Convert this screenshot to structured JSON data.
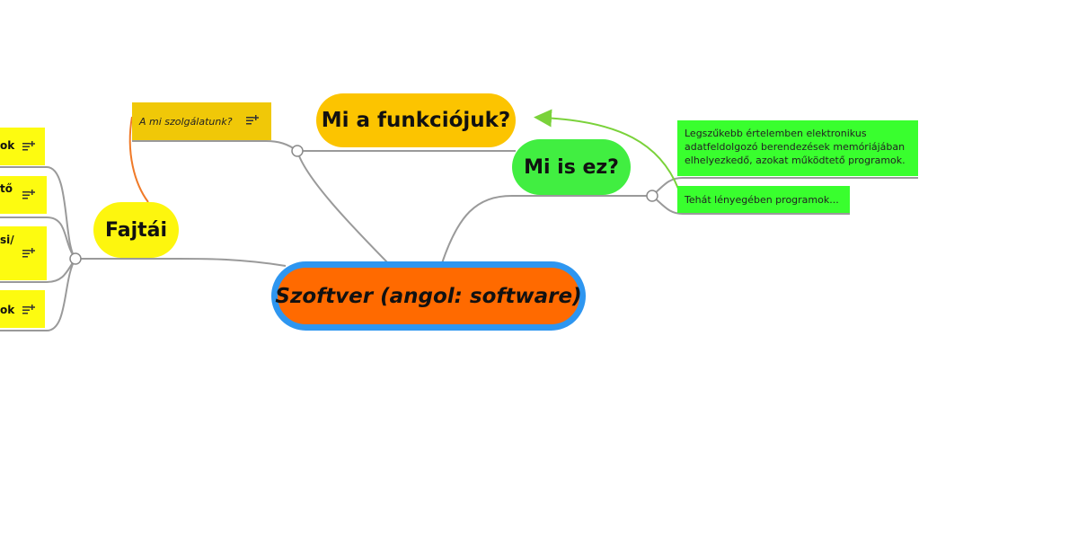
{
  "central_topic": "Szoftver (angol: software)",
  "main_topics": {
    "function": "Mi a funkciójuk?",
    "what_is_it": "Mi is ez?",
    "types": "Fajtái"
  },
  "subtopics": {
    "service": "A mi szolgálatunk?",
    "definition": "Legszűkebb értelemben elektronikus adatfeldolgozó berendezések memóriájában elhelyezkedő, azokat működtető programok.",
    "therefore": "Tehát lényegében programok..."
  },
  "types_children_fragments": [
    "ok",
    "tő",
    "si/",
    "ok"
  ],
  "icons": {
    "note": "note-icon",
    "collapse": "collapse-knob-icon"
  },
  "colors": {
    "central_fill": "#ff6a00",
    "central_border": "#2e96f0",
    "function_topic": "#fcc400",
    "what_is_it_topic": "#41ee41",
    "types_topic": "#fdf60e",
    "service_note": "#f0c808",
    "definition_note": "#39ff2e",
    "types_children": "#fdfb10",
    "connector": "#9a9a9a",
    "relationship_orange": "#f07a28",
    "relationship_green": "#7ad23a"
  }
}
